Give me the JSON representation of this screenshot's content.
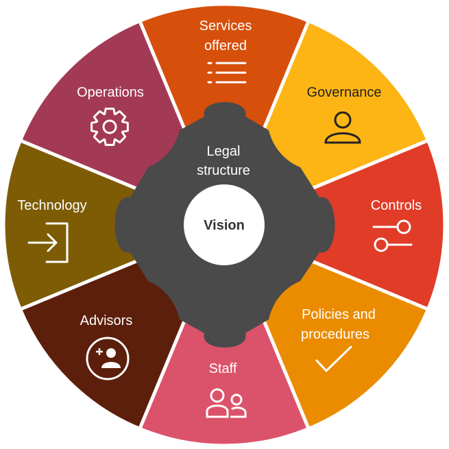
{
  "center": {
    "label": "Vision"
  },
  "core": {
    "line1": "Legal",
    "line2": "structure",
    "color": "#4a4a4a"
  },
  "segments": [
    {
      "id": "services-offered",
      "line1": "Services",
      "line2": "offered",
      "color": "#d64f0b",
      "text_color": "#ffffff",
      "icon": "list-icon"
    },
    {
      "id": "governance",
      "line1": "Governance",
      "line2": "",
      "color": "#fdb515",
      "text_color": "#222222",
      "icon": "person-icon"
    },
    {
      "id": "controls",
      "line1": "Controls",
      "line2": "",
      "color": "#e03c28",
      "text_color": "#ffffff",
      "icon": "toggle-icon"
    },
    {
      "id": "policies-and-procedures",
      "line1": "Policies and",
      "line2": "procedures",
      "color": "#eb8c00",
      "text_color": "#ffffff",
      "icon": "checkmark-icon"
    },
    {
      "id": "staff",
      "line1": "Staff",
      "line2": "",
      "color": "#db536a",
      "text_color": "#ffffff",
      "icon": "people-icon"
    },
    {
      "id": "advisors",
      "line1": "Advisors",
      "line2": "",
      "color": "#5c1f0b",
      "text_color": "#ffffff",
      "icon": "add-person-icon"
    },
    {
      "id": "technology",
      "line1": "Technology",
      "line2": "",
      "color": "#7d5c05",
      "text_color": "#ffffff",
      "icon": "sign-in-icon"
    },
    {
      "id": "operations",
      "line1": "Operations",
      "line2": "",
      "color": "#a33a55",
      "text_color": "#ffffff",
      "icon": "gear-icon"
    }
  ]
}
